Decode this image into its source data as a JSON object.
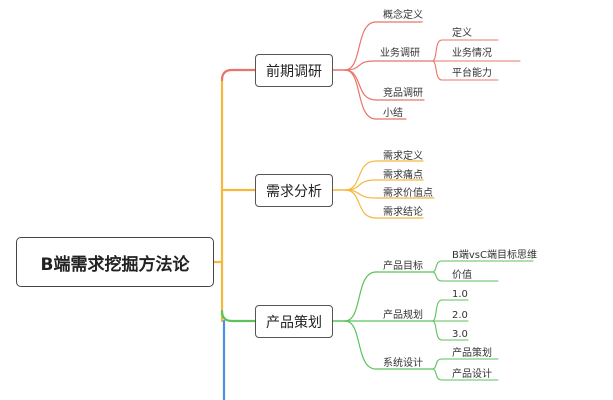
{
  "root": {
    "label": "B端需求挖掘方法论"
  },
  "branches": [
    {
      "label": "前期调研",
      "color": "#e8746a",
      "children": [
        {
          "label": "概念定义",
          "children": []
        },
        {
          "label": "业务调研",
          "children": [
            {
              "label": "定义"
            },
            {
              "label": "业务情况"
            },
            {
              "label": "平台能力"
            }
          ]
        },
        {
          "label": "竞品调研",
          "children": []
        },
        {
          "label": "小结",
          "children": []
        }
      ]
    },
    {
      "label": "需求分析",
      "color": "#f5b83d",
      "children": [
        {
          "label": "需求定义",
          "children": []
        },
        {
          "label": "需求痛点",
          "children": []
        },
        {
          "label": "需求价值点",
          "children": []
        },
        {
          "label": "需求结论",
          "children": []
        }
      ]
    },
    {
      "label": "产品策划",
      "color": "#5cc25c",
      "children": [
        {
          "label": "产品目标",
          "children": [
            {
              "label": "B端vsC端目标思维"
            },
            {
              "label": "价值"
            }
          ]
        },
        {
          "label": "产品规划",
          "children": [
            {
              "label": "1.0"
            },
            {
              "label": "2.0"
            },
            {
              "label": "3.0"
            }
          ]
        },
        {
          "label": "系统设计",
          "children": [
            {
              "label": "产品策划"
            },
            {
              "label": "产品设计"
            }
          ]
        }
      ]
    }
  ],
  "trunk_color": "#f5b83d",
  "bottom_line_color": "#4a90e2"
}
